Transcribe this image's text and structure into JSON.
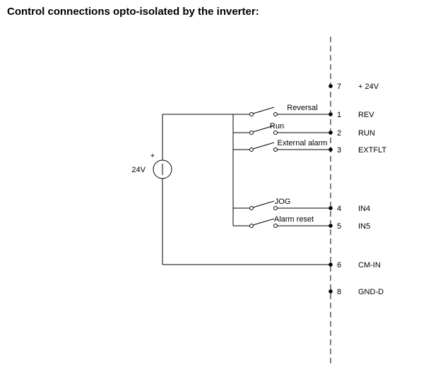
{
  "title": "Control connections opto-isolated by the inverter:",
  "source": {
    "polarity": "+",
    "label": "24V"
  },
  "switches": [
    {
      "label": "Reversal"
    },
    {
      "label": "Run"
    },
    {
      "label": "External alarm"
    },
    {
      "label": "JOG"
    },
    {
      "label": "Alarm reset"
    }
  ],
  "terminals": [
    {
      "number": "7",
      "name": "+ 24V"
    },
    {
      "number": "1",
      "name": "REV"
    },
    {
      "number": "2",
      "name": "RUN"
    },
    {
      "number": "3",
      "name": "EXTFLT"
    },
    {
      "number": "4",
      "name": "IN4"
    },
    {
      "number": "5",
      "name": "IN5"
    },
    {
      "number": "6",
      "name": "CM-IN"
    },
    {
      "number": "8",
      "name": "GND-D"
    }
  ],
  "colors": {
    "ink": "#000000",
    "background": "#ffffff"
  }
}
